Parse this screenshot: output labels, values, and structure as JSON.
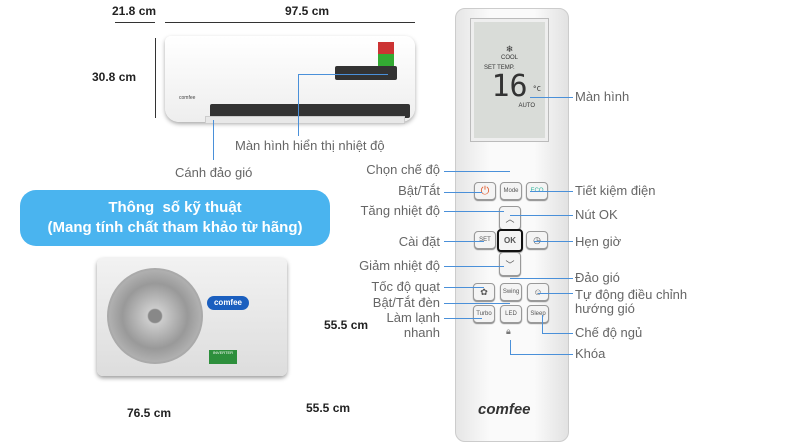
{
  "indoor": {
    "depth": "21.8 cm",
    "width": "97.5 cm",
    "height": "30.8 cm",
    "display_label": "Màn hình hiển thị nhiệt độ",
    "flap_label": "Cánh đảo gió",
    "brand": "comfee"
  },
  "banner": {
    "line1": "Thông  số kỹ thuật",
    "line2": "(Mang tính chất tham khảo từ hãng)",
    "color": "#4ab4ef"
  },
  "outdoor": {
    "height": "55.5 cm",
    "width": "76.5 cm",
    "depth": "55.5 cm",
    "brand": "comfee",
    "badge": "INVERTER"
  },
  "remote": {
    "lcd": {
      "mode": "COOL",
      "set_temp": "SET TEMP.",
      "temp": "16",
      "unit": "°C",
      "fan": "AUTO"
    },
    "buttons": {
      "mode": "Mode",
      "eco": "ECO",
      "set": "SET",
      "ok": "OK",
      "swing": "Swing",
      "turbo": "Turbo",
      "led": "LED",
      "sleep": "Sleep"
    },
    "brand": "comfee"
  },
  "labels_left": [
    "Chọn chế độ",
    "Bật/Tắt",
    "Tăng nhiệt độ",
    "Cài đặt",
    "Giảm nhiệt độ",
    "Tốc độ quạt",
    "Bật/Tắt đèn",
    "Làm lạnh",
    "nhanh"
  ],
  "labels_right": [
    "Màn hình",
    "Tiết kiệm điện",
    "Nút OK",
    "Hẹn giờ",
    "Đảo gió",
    "Tự động điều chỉnh",
    "hướng gió",
    "Chế độ ngủ",
    "Khóa"
  ]
}
